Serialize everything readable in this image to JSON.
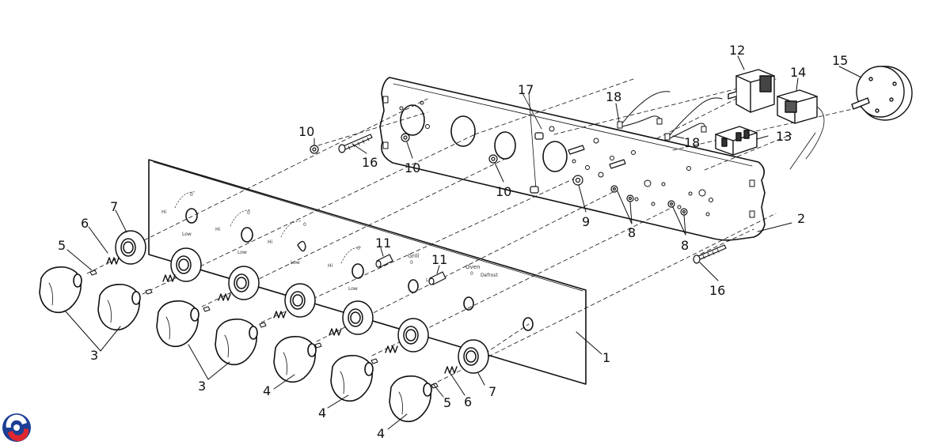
{
  "diagram": {
    "panel_text": {
      "grill": "Grill",
      "oven": "Oven",
      "zero": "0",
      "low": "Low",
      "hi": "Hi",
      "defrost": "Defrost"
    },
    "callouts": {
      "c1": "1",
      "c2": "2",
      "c3a": "3",
      "c3b": "3",
      "c4a": "4",
      "c4b": "4",
      "c4c": "4",
      "c5a": "5",
      "c5b": "5",
      "c6a": "6",
      "c6b": "6",
      "c7a": "7",
      "c7b": "7",
      "c8a": "8",
      "c8b": "8",
      "c9": "9",
      "c10a": "10",
      "c10b": "10",
      "c10c": "10",
      "c11a": "11",
      "c11b": "11",
      "c12": "12",
      "c13": "13",
      "c14": "14",
      "c15": "15",
      "c16a": "16",
      "c16b": "16",
      "c17": "17",
      "c18a": "18",
      "c18b": "18"
    }
  },
  "colors": {
    "line": "#111111",
    "logo_blue": "#1c3f94",
    "logo_red": "#e0262f"
  }
}
